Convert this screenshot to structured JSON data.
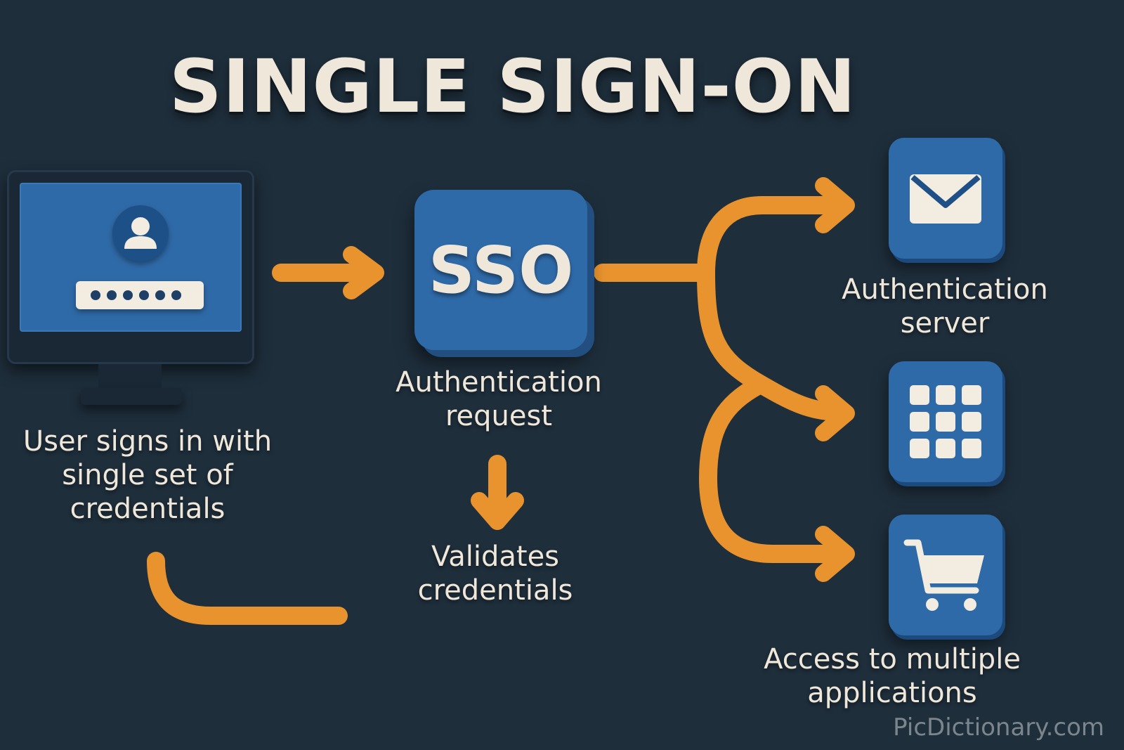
{
  "title": "SINGLE SIGN-ON",
  "user": {
    "label_lines": [
      "User signs in with",
      "single set of",
      "credentials"
    ]
  },
  "sso": {
    "badge": "SSO",
    "label_lines": [
      "Authentication",
      "request"
    ]
  },
  "validate": {
    "label_lines": [
      "Validates",
      "credentials"
    ]
  },
  "auth_server": {
    "label_lines": [
      "Authentication",
      "server"
    ]
  },
  "apps": {
    "label_lines": [
      "Access to multiple",
      "applications"
    ]
  },
  "icons": {
    "user": "user-icon",
    "password": "password-field-icon",
    "mail": "envelope-icon",
    "grid": "app-grid-icon",
    "cart": "shopping-cart-icon"
  },
  "colors": {
    "background": "#1e2e3b",
    "tile": "#2f6aa8",
    "arrow": "#e8932e",
    "text": "#efe7da"
  },
  "watermark": "PicDictionary.com"
}
